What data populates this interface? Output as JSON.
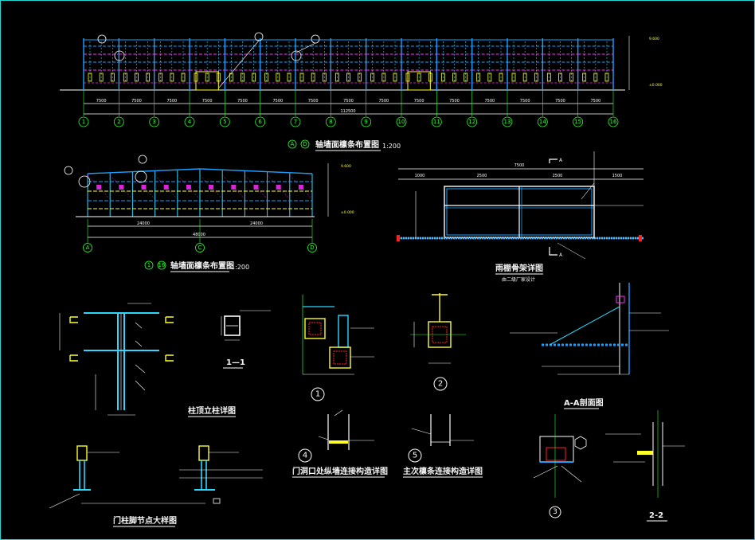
{
  "drawing": {
    "background": "#000000",
    "colors": {
      "axis": "#2bff2b",
      "dim": "#ffffff",
      "steel": "#1aa0ff",
      "magenta": "#ff2bff",
      "yellow": "#ffff2b",
      "cyan": "#2bd7ff",
      "red": "#ff2020"
    },
    "elevation_top": {
      "title": "轴墙面檩条布置图",
      "axis_refs": [
        "A",
        "D"
      ],
      "scale": "1:200",
      "grid_labels": [
        "1",
        "2",
        "3",
        "4",
        "5",
        "6",
        "7",
        "8",
        "9",
        "10",
        "11",
        "12",
        "13",
        "14",
        "15",
        "16"
      ],
      "bay_dims": [
        "7500",
        "7500",
        "7500",
        "7500",
        "7500",
        "7500",
        "7500",
        "7500",
        "7500",
        "7500",
        "7500",
        "7500",
        "7500",
        "7500",
        "7500"
      ],
      "total_dim": "112500"
    },
    "elevation_side": {
      "title": "轴墙面檩条布置图",
      "axis_refs": [
        "1",
        "16"
      ],
      "scale": "1:200",
      "grid_labels": [
        "A",
        "C",
        "D"
      ],
      "bay_dims": [
        "24000",
        "24000"
      ],
      "total_dim": "48000"
    },
    "canopy": {
      "title": "雨棚骨架详图",
      "subtitle": "由二级厂家设计",
      "dims_top": [
        "7500"
      ],
      "dims_mid": [
        "1000",
        "2500",
        "2500",
        "1500"
      ],
      "section_marks": [
        "A",
        "A"
      ]
    },
    "details": {
      "col_top": {
        "title": "柱顶立柱详图"
      },
      "section_1_1": {
        "label": "1—1"
      },
      "node_1": {
        "label": "1"
      },
      "node_2": {
        "label": "2"
      },
      "section_AA": {
        "title": "A-A剖面图"
      },
      "door_base": {
        "title": "门柱脚节点大样图"
      },
      "node_4": {
        "label": "4",
        "title": "门洞口处纵墙连接构造详图"
      },
      "node_5": {
        "label": "5",
        "title": "主次檩条连接构造详图"
      },
      "node_3": {
        "label": "3"
      },
      "section_2_2": {
        "label": "2-2"
      }
    }
  }
}
